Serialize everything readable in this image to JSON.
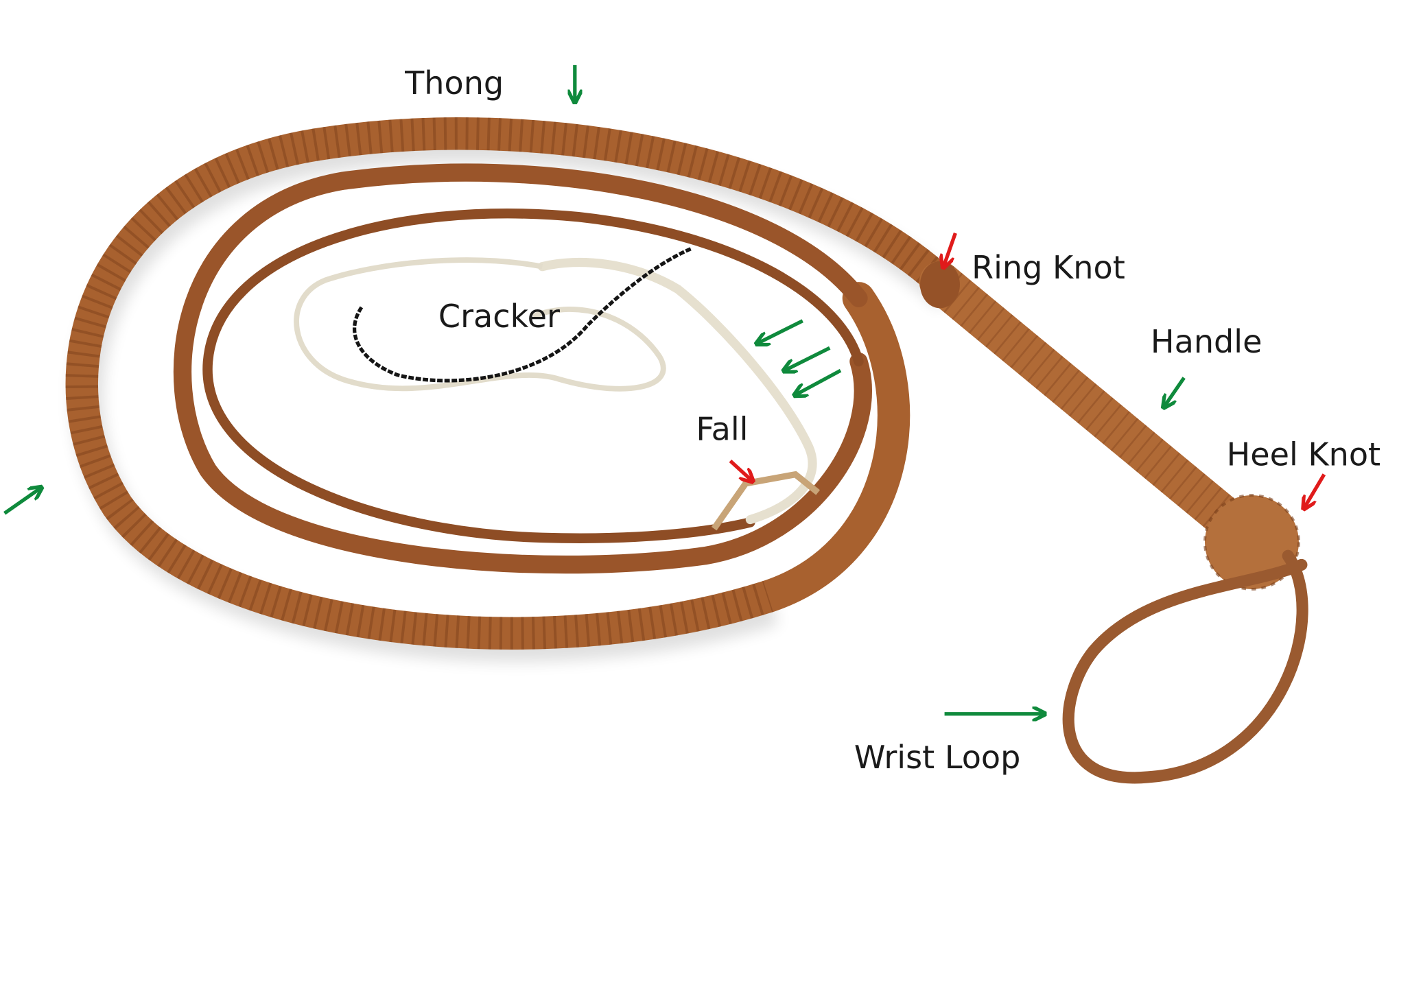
{
  "labels": {
    "thong": "Thong",
    "ring_knot": "Ring Knot",
    "cracker": "Cracker",
    "fall": "Fall",
    "handle": "Handle",
    "heel_knot": "Heel Knot",
    "wrist_loop": "Wrist Loop"
  },
  "colors": {
    "green_arrow": "#0f8a3c",
    "red_arrow": "#e01b1b",
    "leather": "#a8612f",
    "fall": "#e6e0cf",
    "cracker": "#151515"
  }
}
